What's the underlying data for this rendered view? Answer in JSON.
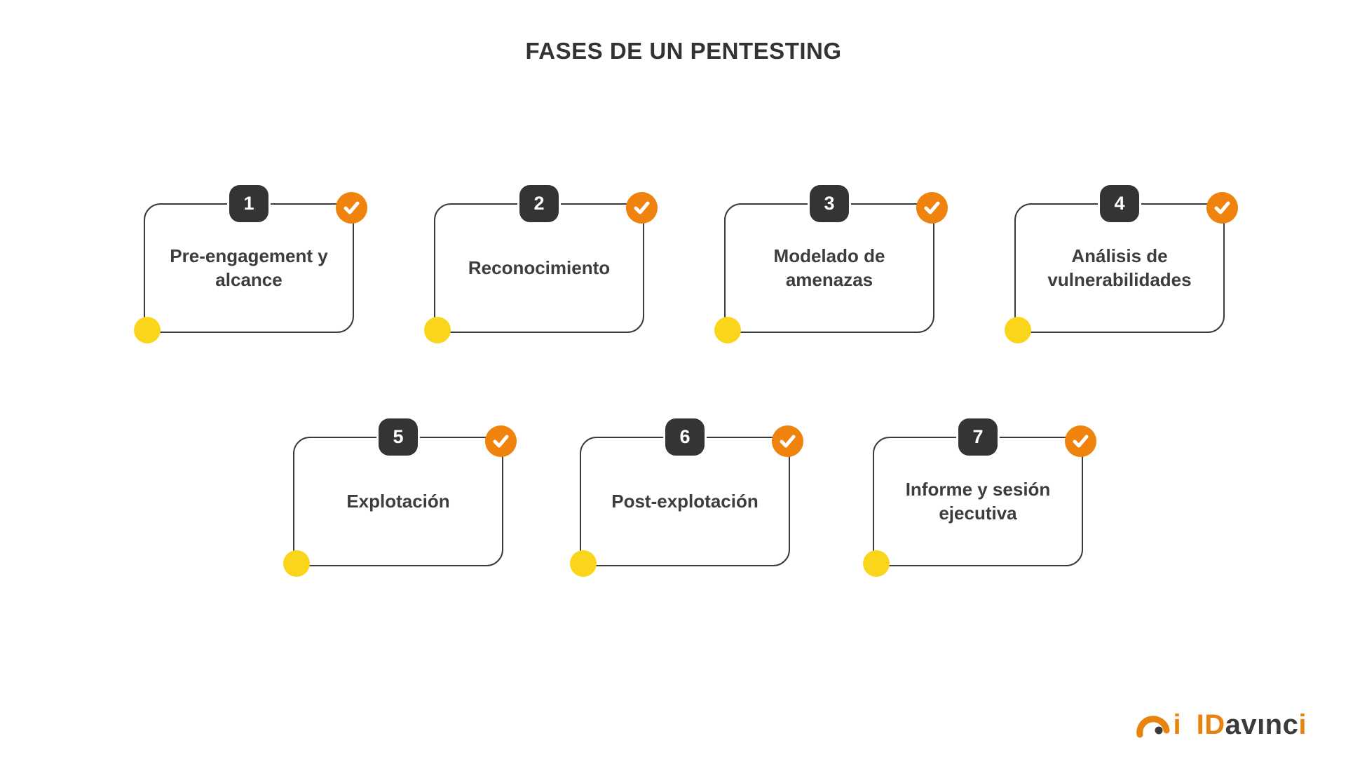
{
  "page": {
    "title": "FASES DE UN PENTESTING"
  },
  "colors": {
    "accent_orange": "#EF830D",
    "accent_yellow": "#FBD51C",
    "badge_dark": "#333436",
    "text_dark": "#3d3d3d",
    "border_dark": "#3a3a3a",
    "logo_orange": "#E8830E"
  },
  "phases": [
    {
      "number": "1",
      "label": "Pre-engagement y alcance",
      "completed": true
    },
    {
      "number": "2",
      "label": "Reconocimiento",
      "completed": true
    },
    {
      "number": "3",
      "label": "Modelado de amenazas",
      "completed": true
    },
    {
      "number": "4",
      "label": "Análisis de vulnerabilidades",
      "completed": true
    },
    {
      "number": "5",
      "label": "Explotación",
      "completed": true
    },
    {
      "number": "6",
      "label": "Post-explotación",
      "completed": true
    },
    {
      "number": "7",
      "label": "Informe y sesión ejecutiva",
      "completed": true
    }
  ],
  "logo": {
    "icon_letter": "i",
    "wordmark_part1": "ID",
    "wordmark_part2": "avınc",
    "wordmark_part3": "i"
  }
}
